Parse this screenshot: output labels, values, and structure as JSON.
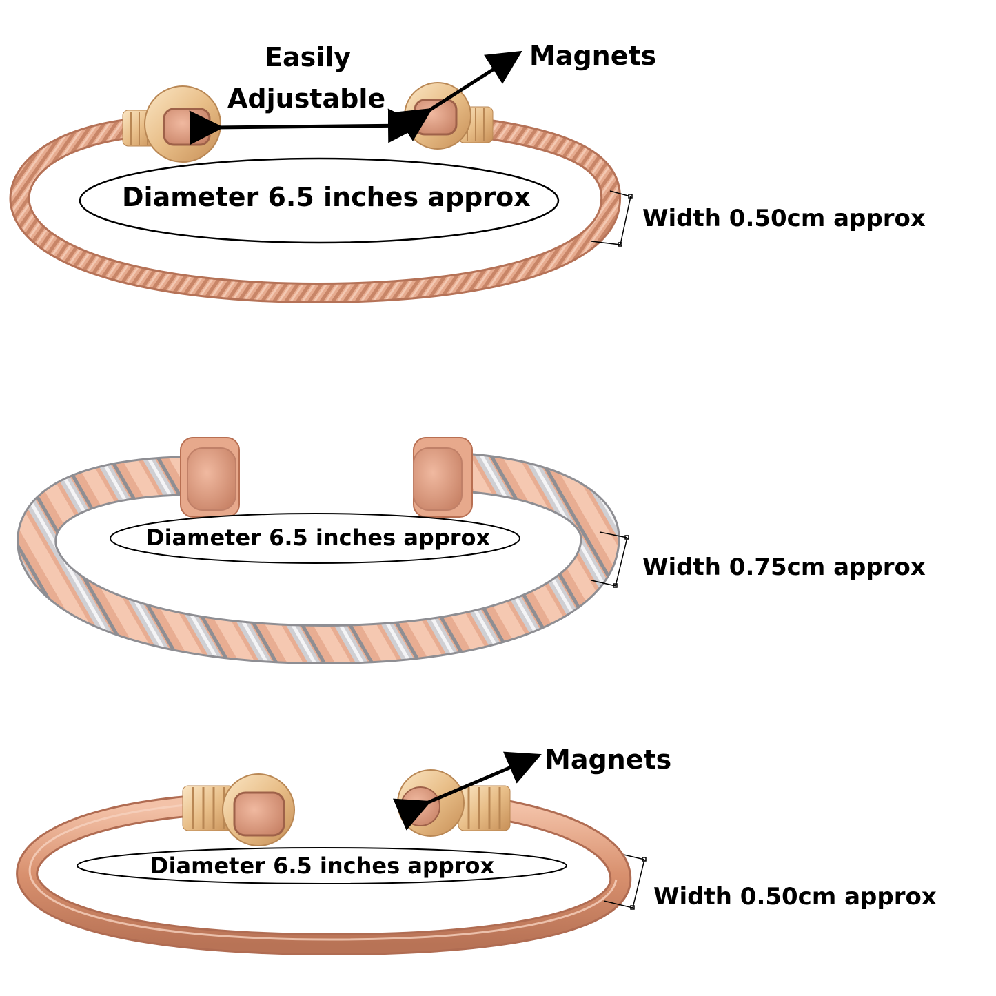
{
  "colors": {
    "copper": "#e3a68a",
    "copper_dark": "#b86f52",
    "copper_light": "#f4c6ae",
    "gold": "#e9c48f",
    "silver": "#c9c9cc",
    "ink": "#000000"
  },
  "bracelet_1": {
    "adjustable_line1": "Easily",
    "adjustable_line2": "Adjustable",
    "magnets": "Magnets",
    "diameter": "Diameter 6.5 inches approx",
    "width": "Width 0.50cm approx"
  },
  "bracelet_2": {
    "diameter": "Diameter 6.5 inches approx",
    "width": "Width 0.75cm approx"
  },
  "bracelet_3": {
    "magnets": "Magnets",
    "diameter": "Diameter 6.5 inches approx",
    "width": "Width 0.50cm approx"
  }
}
